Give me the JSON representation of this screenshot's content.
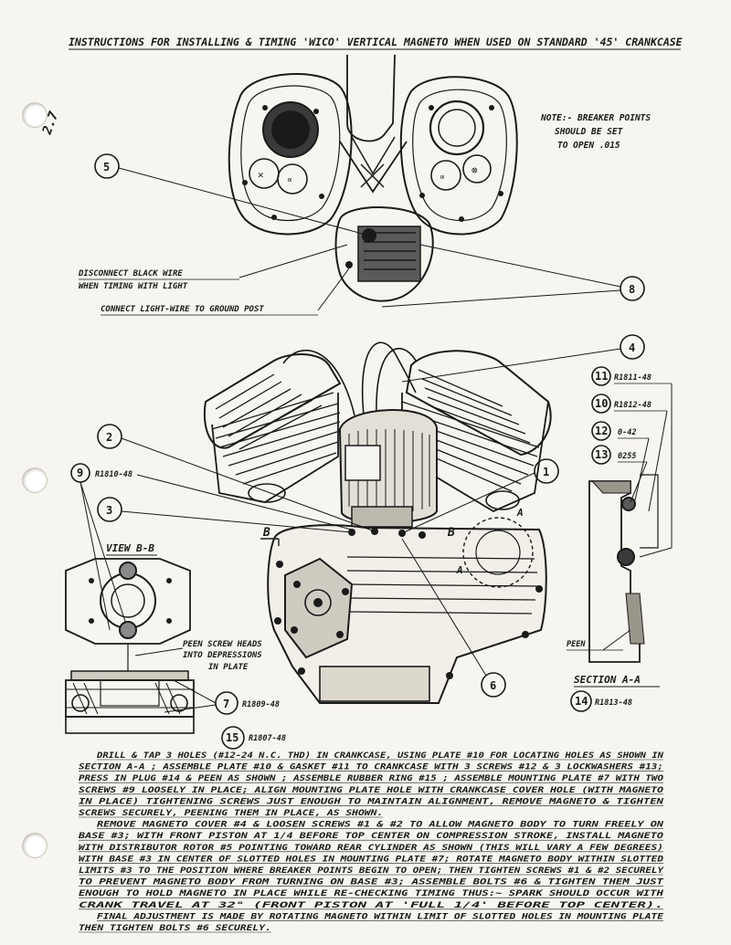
{
  "title": "INSTRUCTIONS FOR INSTALLING & TIMING 'WICO' VERTICAL MAGNETO WHEN USED ON STANDARD '45' CRANKCASE",
  "margin_note": "2.7",
  "note": [
    "NOTE:- BREAKER POINTS",
    "SHOULD BE SET",
    "TO OPEN .015"
  ],
  "callouts": {
    "disconnect": [
      "DISCONNECT BLACK WIRE",
      "WHEN TIMING WITH LIGHT"
    ],
    "connect": "CONNECT LIGHT-WIRE TO GROUND POST",
    "peen_heads": [
      "PEEN SCREW HEADS",
      "INTO DEPRESSIONS",
      "IN PLATE"
    ],
    "peen": "PEEN",
    "view_bb": "VIEW B-B",
    "section_aa": "SECTION A-A",
    "section_mark_a": "A",
    "section_mark_b": "B"
  },
  "parts": {
    "p1": "1",
    "p2": "2",
    "p3": "3",
    "p4": "4",
    "p5": "5",
    "p6": "6",
    "p7": "7",
    "p7_code": "R1809-48",
    "p8": "8",
    "p9": "9",
    "p9_code": "R1810-48",
    "p10": "10",
    "p10_code": "R1812-48",
    "p11": "11",
    "p11_code": "R1811-48",
    "p12": "12",
    "p12_code": "0-42",
    "p13": "13",
    "p13_code": "0255",
    "p14": "14",
    "p14_code": "R1813-48",
    "p15": "15",
    "p15_code": "R1807-48"
  },
  "instructions": [
    "DRILL & TAP 3 HOLES (#12-24 N.C. THD) IN CRANKCASE, USING PLATE #10 FOR LOCATING HOLES AS SHOWN IN",
    "SECTION A-A ; ASSEMBLE PLATE #10 & GASKET #11 TO CRANKCASE WITH 3 SCREWS #12 & 3 LOCKWASHERS #13;",
    "PRESS IN PLUG #14 & PEEN AS SHOWN ; ASSEMBLE RUBBER RING #15 ; ASSEMBLE MOUNTING PLATE #7 WITH TWO",
    "SCREWS #9 LOOSELY IN PLACE; ALIGN MOUNTING PLATE HOLE WITH CRANKCASE COVER HOLE (WITH MAGNETO",
    "IN PLACE) TIGHTENING SCREWS JUST ENOUGH TO MAINTAIN ALIGNMENT, REMOVE MAGNETO & TIGHTEN",
    "SCREWS SECURELY, PEENING THEM IN PLACE, AS SHOWN.",
    "REMOVE MAGNETO COVER #4 & LOOSEN SCREWS #1 & #2 TO ALLOW MAGNETO BODY TO TURN FREELY ON",
    "BASE #3; WITH FRONT PISTON AT 1/4 BEFORE TOP CENTER ON COMPRESSION STROKE, INSTALL MAGNETO",
    "WITH DISTRIBUTOR ROTOR #5 POINTING TOWARD REAR CYLINDER AS SHOWN (THIS WILL VARY A FEW DEGREES)",
    "WITH BASE #3 IN CENTER OF SLOTTED HOLES IN MOUNTING PLATE #7; ROTATE MAGNETO BODY WITHIN SLOTTED",
    "LIMITS #3 TO THE POSITION WHERE BREAKER POINTS BEGIN TO OPEN; THEN TIGHTEN SCREWS #1 & #2 SECURELY",
    "TO PREVENT MAGNETO BODY FROM TURNING ON BASE #3; ASSEMBLE BOLTS #6 & TIGHTEN THEM JUST",
    "ENOUGH TO HOLD MAGNETO IN PLACE WHILE RE-CHECKING TIMING THUS:~ SPARK SHOULD OCCUR WITH",
    "CRANK TRAVEL AT 32° (FRONT PISTON AT 'FULL 1/4' BEFORE TOP CENTER).",
    "FINAL ADJUSTMENT IS MADE BY ROTATING MAGNETO WITHIN LIMIT OF SLOTTED HOLES IN MOUNTING PLATE",
    "THEN TIGHTEN BOLTS #6 SECURELY."
  ]
}
